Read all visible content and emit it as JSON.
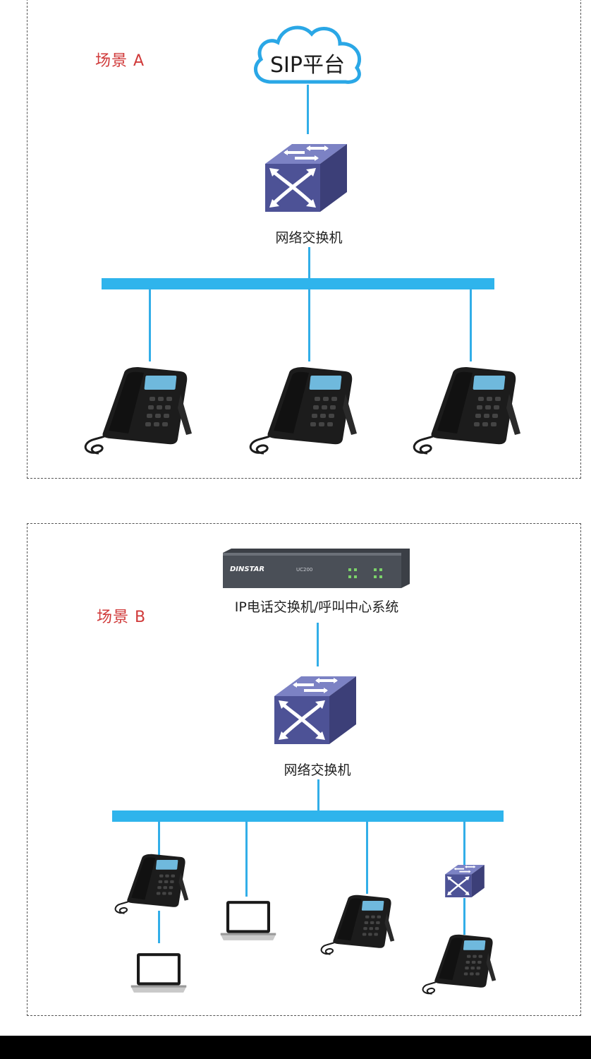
{
  "scene_a": {
    "label": "场景 A",
    "cloud_label": "SIP平台",
    "switch_label": "网络交换机",
    "endpoints": [
      "ip-phone",
      "ip-phone",
      "ip-phone"
    ]
  },
  "scene_b": {
    "label": "场景 B",
    "pbx_brand": "DINSTAR",
    "pbx_model": "UC200",
    "pbx_label": "IP电话交换机/呼叫中心系统",
    "switch_label": "网络交换机",
    "endpoints": [
      "ip-phone + laptop",
      "laptop",
      "ip-phone",
      "small-switch + ip-phone"
    ]
  },
  "colors": {
    "line": "#32aee8",
    "bus": "#2fb4ec",
    "scene_label": "#d03a3a",
    "switch_body": "#4a4f8e",
    "border": "#555555"
  },
  "icons": [
    "cloud-icon",
    "network-switch-icon",
    "ip-phone-icon",
    "laptop-icon",
    "pbx-server-icon"
  ]
}
